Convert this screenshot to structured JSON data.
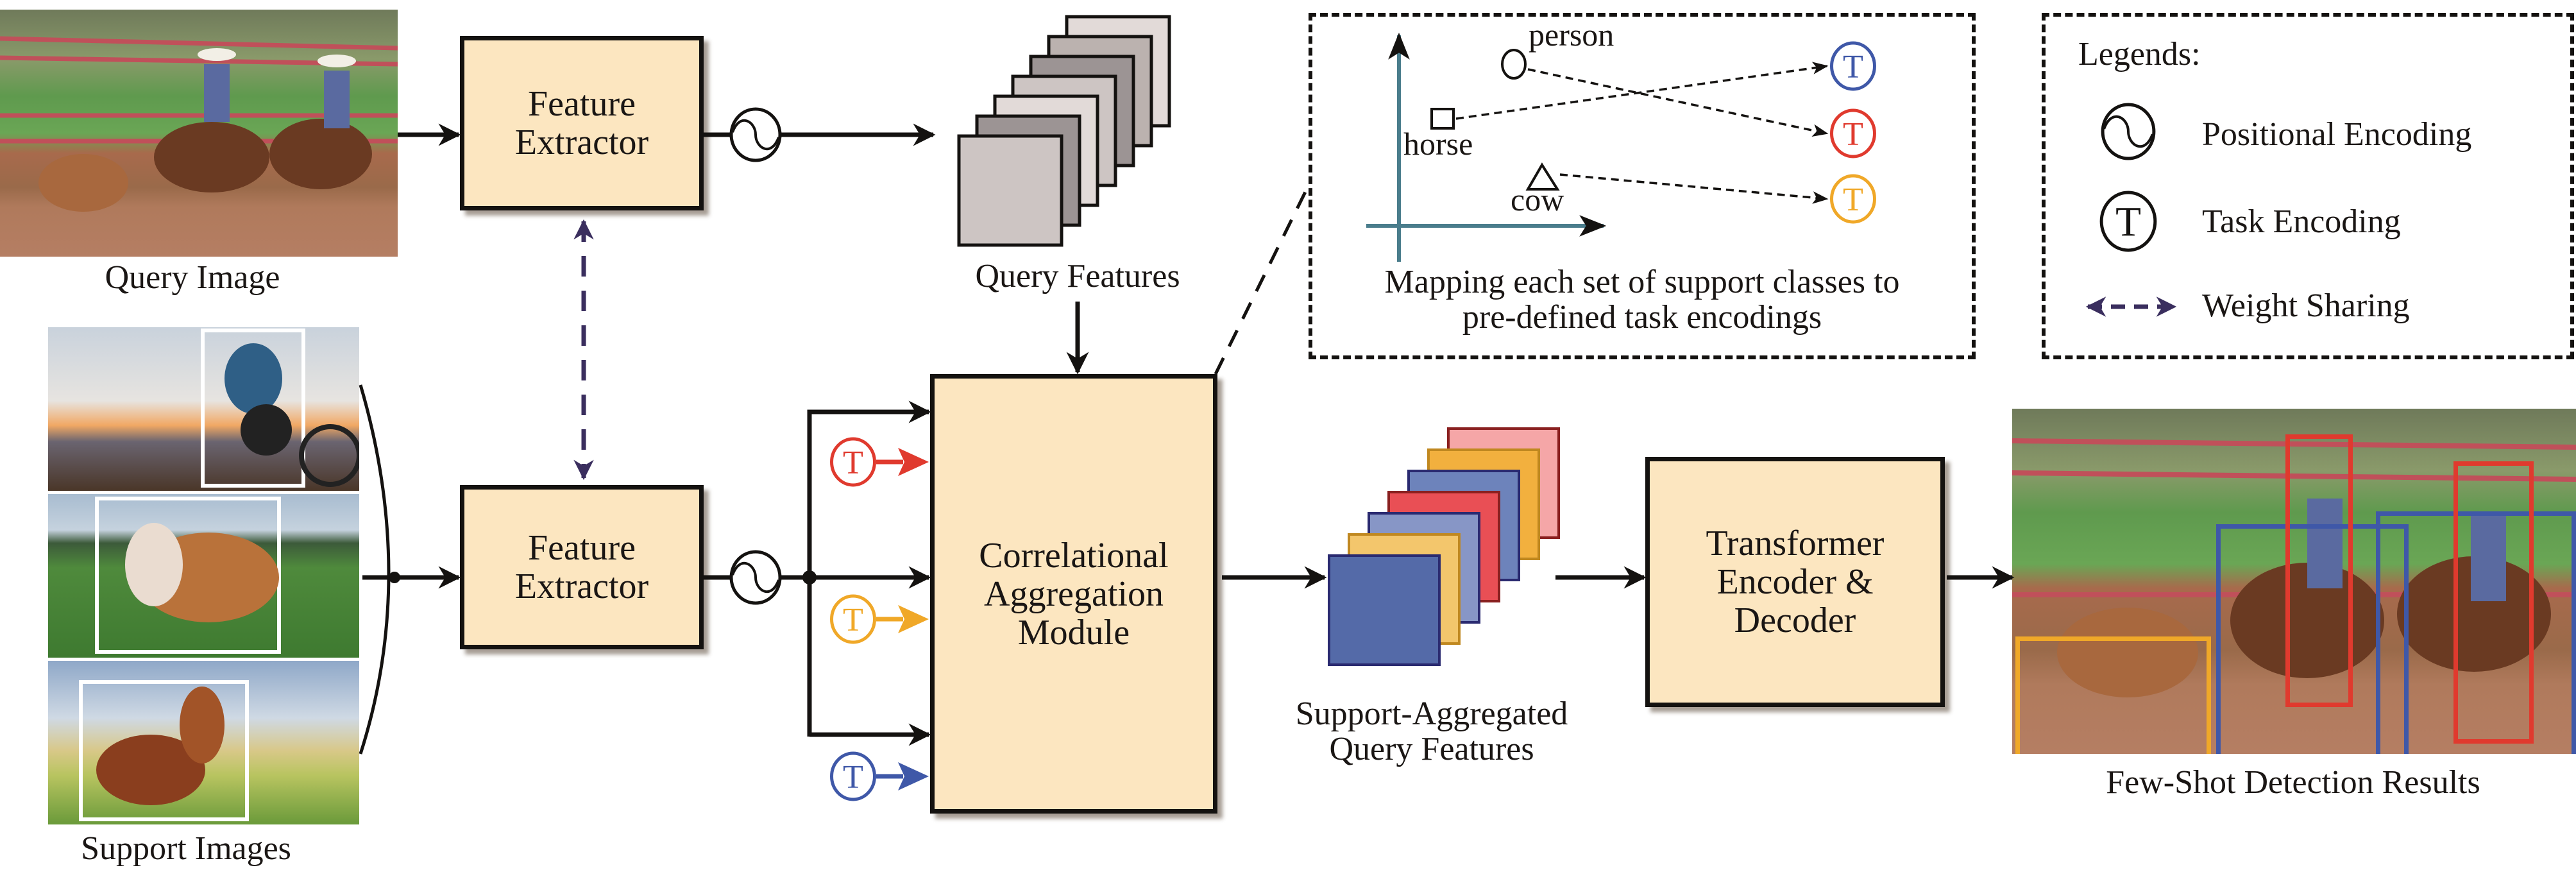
{
  "labels": {
    "query_image": "Query Image",
    "support_images": "Support Images",
    "query_features": "Query Features",
    "support_aggregated_line1": "Support-Aggregated",
    "support_aggregated_line2": "Query Features",
    "results": "Few-Shot Detection Results"
  },
  "boxes": {
    "feature_extractor_top": [
      "Feature",
      "Extractor"
    ],
    "feature_extractor_bottom": [
      "Feature",
      "Extractor"
    ],
    "correlational": [
      "Correlational",
      "Aggregation",
      "Module"
    ],
    "transformer": [
      "Transformer",
      "Encoder &",
      "Decoder"
    ]
  },
  "mapping": {
    "classes": [
      {
        "name": "person",
        "shape": "circle",
        "target_color": "#e03a2e"
      },
      {
        "name": "horse",
        "shape": "square",
        "target_color": "#3f58a8"
      },
      {
        "name": "cow",
        "shape": "triangle",
        "target_color": "#f0a828"
      }
    ],
    "task_symbol": "T",
    "caption_line1": "Mapping each set of support classes to",
    "caption_line2": "pre-defined task encodings"
  },
  "legend": {
    "title": "Legends:",
    "items": [
      {
        "icon": "positional-encoding-icon",
        "label": "Positional Encoding"
      },
      {
        "icon": "task-encoding-icon",
        "label": "Task Encoding",
        "symbol": "T"
      },
      {
        "icon": "weight-sharing-icon",
        "label": "Weight Sharing"
      }
    ]
  },
  "task_encodings": [
    {
      "symbol": "T",
      "color": "#e03a2e"
    },
    {
      "symbol": "T",
      "color": "#f0a828"
    },
    {
      "symbol": "T",
      "color": "#3f58a8"
    }
  ],
  "colors": {
    "box_fill": "#fce6c0",
    "axis": "#4a7d8c",
    "weight_sharing": "#3a2e5e",
    "red": "#e03a2e",
    "yellow": "#f0a828",
    "blue": "#3f58a8",
    "query_feature_fills": [
      "#cdc5c3",
      "#9c9494",
      "#e2dad8",
      "#cdc5c3",
      "#9c9494",
      "#bbb2af",
      "#e2dad8"
    ],
    "aggregated_feature_fills": [
      "#546aa8",
      "#f3c66c",
      "#8796c6",
      "#e94f55",
      "#6d83bb",
      "#f2b03e",
      "#f5a6a7"
    ]
  },
  "detections": [
    {
      "class": "cow",
      "color": "#f0a828"
    },
    {
      "class": "horse",
      "color": "#3f58a8"
    },
    {
      "class": "horse",
      "color": "#3f58a8"
    },
    {
      "class": "person",
      "color": "#e03a2e"
    },
    {
      "class": "person",
      "color": "#e03a2e"
    }
  ]
}
